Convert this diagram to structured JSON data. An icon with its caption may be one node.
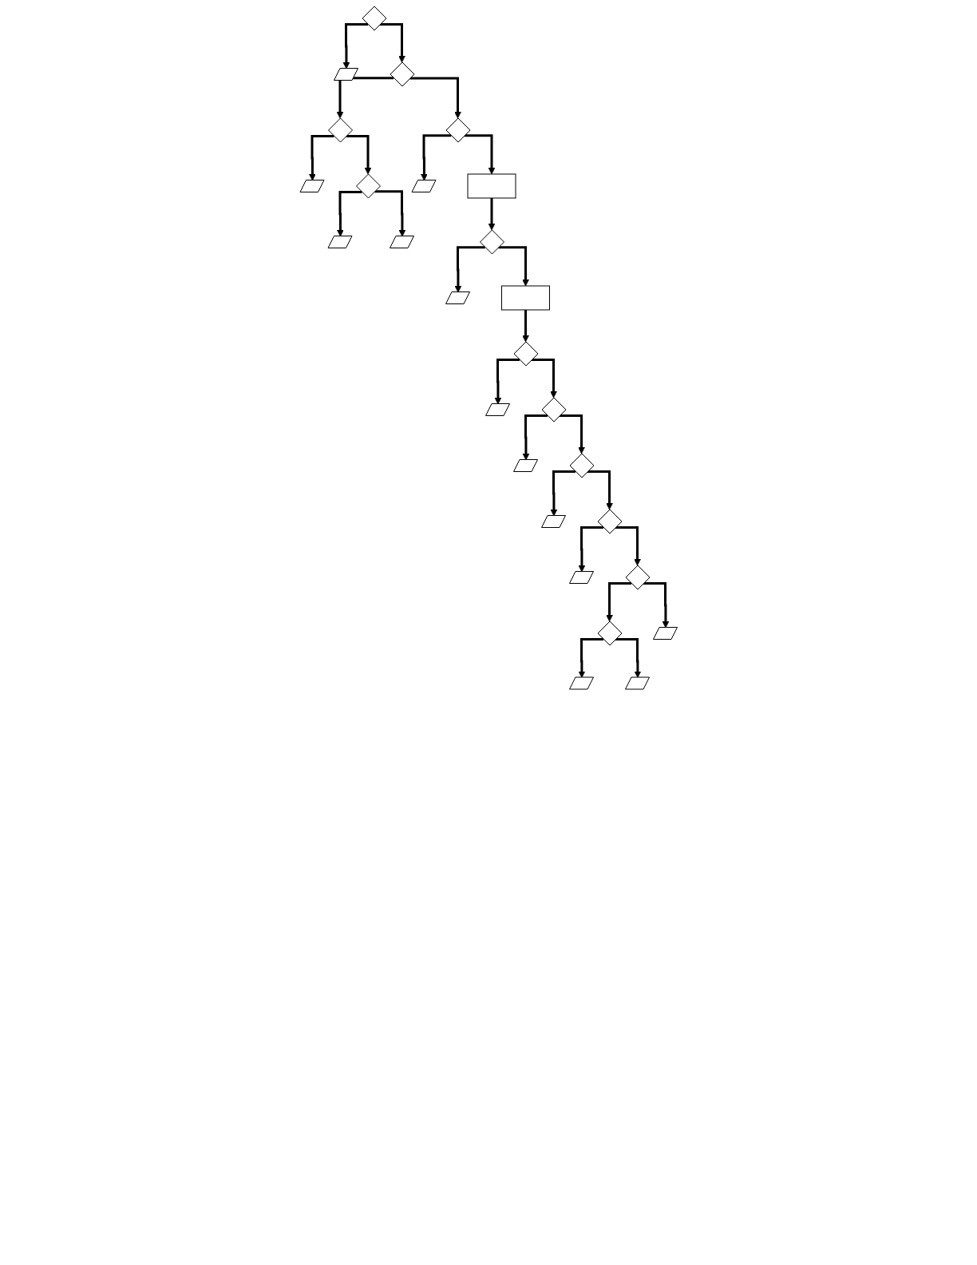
{
  "diagram": {
    "nodes": [
      {
        "text": [],
        "shape": "diamond"
      },
      {
        "text": [],
        "shape": "parallelogram"
      },
      {
        "text": [],
        "shape": "parallelogram"
      },
      {
        "text": [],
        "shape": "diamond"
      },
      {
        "text": [],
        "shape": "diamond"
      },
      {
        "text": [],
        "shape": "diamond"
      },
      {
        "text": [],
        "shape": "parallelogram"
      },
      {
        "text": [],
        "shape": "parallelogram"
      },
      {
        "text": [],
        "shape": "diamond"
      },
      {
        "text": [],
        "shape": "parallelogram"
      },
      {
        "text": [],
        "shape": "box"
      },
      {
        "text": [],
        "shape": "diamond"
      },
      {
        "text": [],
        "shape": "parallelogram"
      },
      {
        "text": [],
        "shape": "box"
      },
      {
        "text": [],
        "shape": "parallelogram"
      },
      {
        "text": [],
        "shape": "diamond"
      },
      {
        "text": [],
        "shape": "parallelogram"
      },
      {
        "text": [],
        "shape": "diamond"
      },
      {
        "text": [],
        "shape": "diamond"
      },
      {
        "text": [],
        "shape": "parallelogram"
      },
      {
        "text": [],
        "shape": "parallelogram"
      },
      {
        "text": [],
        "shape": "diamond"
      },
      {
        "text": [],
        "shape": "diamond"
      },
      {
        "text": [],
        "shape": "parallelogram"
      },
      {
        "text": [],
        "shape": "diamond"
      },
      {
        "text": [],
        "shape": "parallelogram"
      },
      {
        "text": [],
        "shape": "parallelogram"
      }
    ],
    "edges": [
      {
        "from": 0,
        "to": 1,
        "arrow": "to"
      },
      {
        "from": 0,
        "to": 3,
        "arrow": "to"
      },
      {
        "from": 3,
        "to": 4,
        "arrow": "to"
      },
      {
        "from": 4,
        "to": 2,
        "arrow": "to"
      },
      {
        "from": 4,
        "to": 5,
        "arrow": "to"
      },
      {
        "from": 5,
        "to": 6,
        "arrow": "to"
      },
      {
        "from": 5,
        "to": 7,
        "arrow": "to"
      },
      {
        "from": 3,
        "to": 8,
        "arrow": "to"
      },
      {
        "from": 8,
        "to": 9,
        "arrow": "to"
      },
      {
        "from": 8,
        "to": 10,
        "arrow": "to"
      },
      {
        "from": 10,
        "to": 11,
        "arrow": "to"
      },
      {
        "from": 11,
        "to": 12,
        "arrow": "to"
      },
      {
        "from": 11,
        "to": 13,
        "arrow": "to"
      },
      {
        "from": 13,
        "to": 15,
        "arrow": "to"
      },
      {
        "from": 15,
        "to": 14,
        "arrow": "to"
      },
      {
        "from": 15,
        "to": 17,
        "arrow": "to"
      },
      {
        "from": 17,
        "to": 16,
        "arrow": "to"
      },
      {
        "from": 17,
        "to": 18,
        "arrow": "to"
      },
      {
        "from": 18,
        "to": 19,
        "arrow": "to"
      },
      {
        "from": 18,
        "to": 21,
        "arrow": "to"
      },
      {
        "from": 21,
        "to": 20,
        "arrow": "to"
      },
      {
        "from": 21,
        "to": 22,
        "arrow": "to"
      },
      {
        "from": 22,
        "to": 24,
        "arrow": "to"
      },
      {
        "from": 22,
        "to": 26,
        "arrow": "to"
      },
      {
        "from": 24,
        "to": 23,
        "arrow": "to"
      },
      {
        "from": 24,
        "to": 25,
        "arrow": "to"
      }
    ]
  }
}
